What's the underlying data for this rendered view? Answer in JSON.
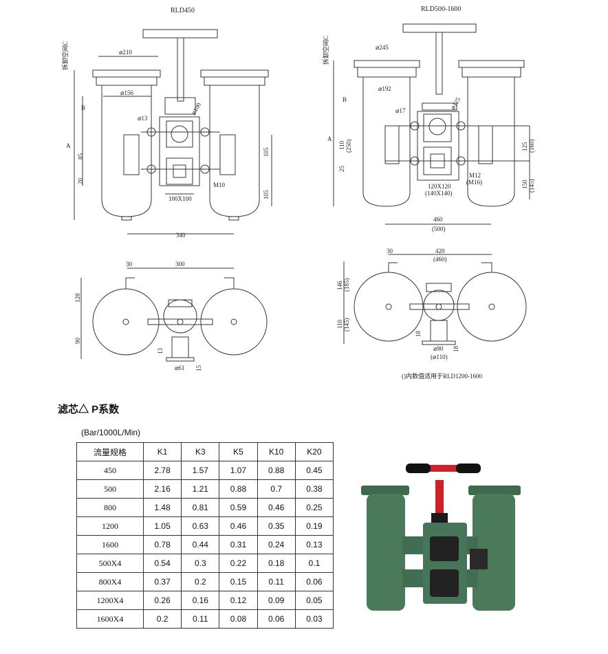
{
  "drawings": {
    "left_title": "RLD450",
    "right_title": "RLD500-1600",
    "side_label": "拆卸空间C",
    "left_front": {
      "dia_210": "⌀210",
      "dia_156": "⌀156",
      "dia_13": "⌀13",
      "dia_100": "⌀100",
      "dim_b": "B",
      "dim_a": "A",
      "dim_85": "85",
      "dim_20": "20",
      "dim_105a": "105",
      "dim_105b": "105",
      "m10": "M10",
      "flange": "100X100",
      "width": "340"
    },
    "left_top": {
      "dim_30": "30",
      "dim_300": "300",
      "dim_128": "128",
      "dim_90": "90",
      "dim_13": "13",
      "dim_15": "15",
      "dia_61": "⌀61"
    },
    "right_front": {
      "dia_245": "⌀245",
      "dia_192": "⌀192",
      "dia_17": "⌀17",
      "dia_125": "⌀125",
      "dim_b": "B",
      "dim_a": "A",
      "dim_110": "110",
      "dim_250": "(250)",
      "dim_25": "25",
      "dim_125": "125",
      "dim_160": "(160)",
      "dim_150": "150",
      "dim_145": "(145)",
      "m12": "M12",
      "m16": "(M16)",
      "flange": "120X120",
      "flange_alt": "(140X140)",
      "width": "460",
      "width_alt": "(500)"
    },
    "right_top": {
      "dim_30": "30",
      "dim_420": "420",
      "dim_460": "(460)",
      "dim_146": "146",
      "dim_185": "(185)",
      "dim_110": "110",
      "dim_145": "(145)",
      "dim_18a": "18",
      "dim_18b": "18",
      "dia_90": "⌀90",
      "dia_110": "(⌀110)"
    },
    "note": "()内数值适用于RLD1200-1600"
  },
  "section_title": "滤芯△ P系数",
  "units": "(Bar/1000L/Min)",
  "table": {
    "headers": [
      "流量规格",
      "K1",
      "K3",
      "K5",
      "K10",
      "K20"
    ],
    "rows": [
      [
        "450",
        "2.78",
        "1.57",
        "1.07",
        "0.88",
        "0.45"
      ],
      [
        "500",
        "2.16",
        "1.21",
        "0.88",
        "0.7",
        "0.38"
      ],
      [
        "800",
        "1.48",
        "0.81",
        "0.59",
        "0.46",
        "0.25"
      ],
      [
        "1200",
        "1.05",
        "0.63",
        "0.46",
        "0.35",
        "0.19"
      ],
      [
        "1600",
        "0.78",
        "0.44",
        "0.31",
        "0.24",
        "0.13"
      ],
      [
        "500X4",
        "0.54",
        "0.3",
        "0.22",
        "0.18",
        "0.1"
      ],
      [
        "800X4",
        "0.37",
        "0.2",
        "0.15",
        "0.11",
        "0.06"
      ],
      [
        "1200X4",
        "0.26",
        "0.16",
        "0.12",
        "0.09",
        "0.05"
      ],
      [
        "1600X4",
        "0.2",
        "0.11",
        "0.08",
        "0.06",
        "0.03"
      ]
    ]
  },
  "colors": {
    "housing": "#4a7a5a",
    "handle": "#d0202a",
    "grip": "#111111",
    "line": "#333333"
  }
}
